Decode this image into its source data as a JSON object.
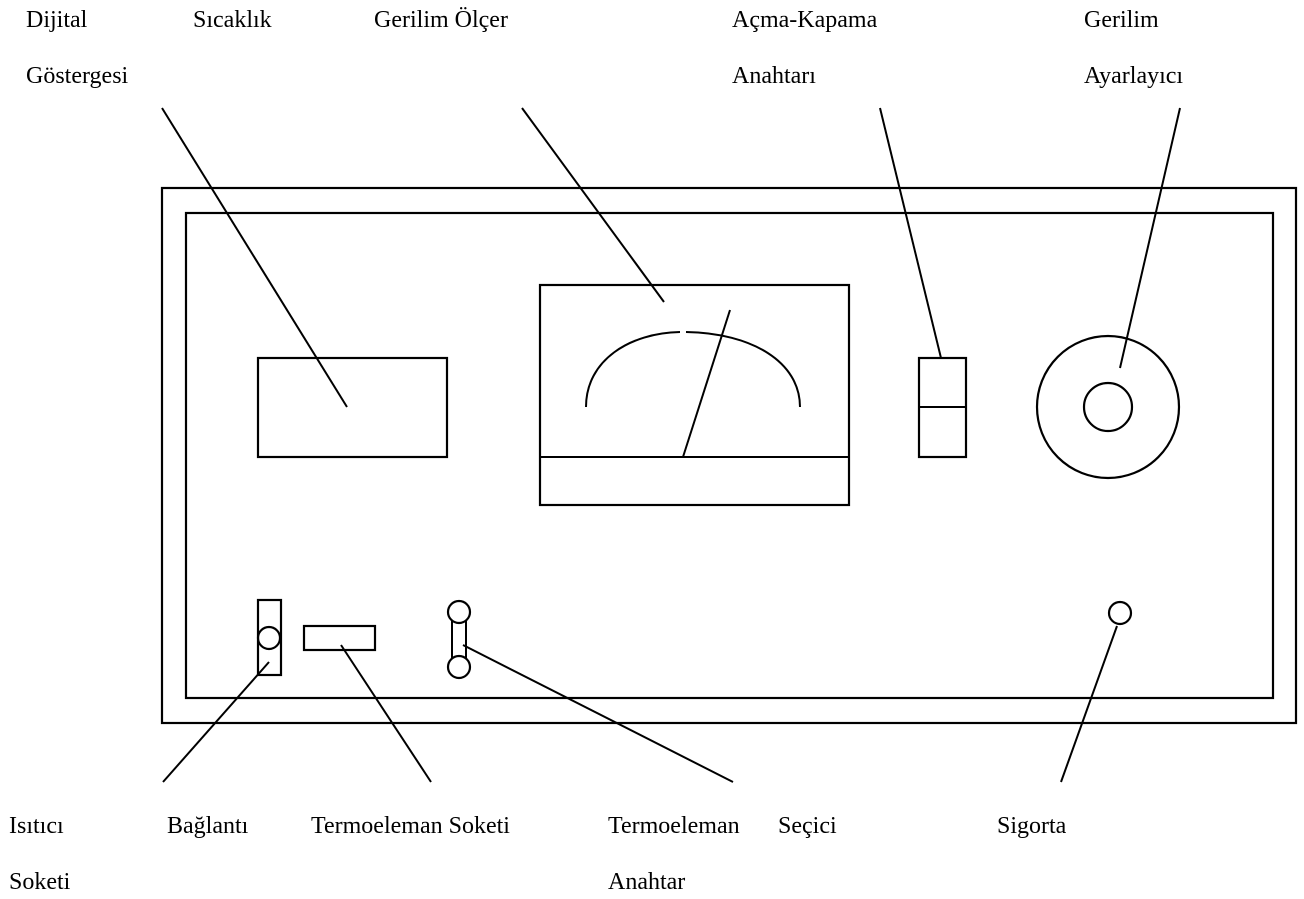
{
  "labels": {
    "digital_1": "Dijital",
    "digital_2": "Sıcaklık",
    "digital_3": "Göstergesi",
    "voltmeter": "Gerilim Ölçer",
    "switch_1": "Açma-Kapama",
    "switch_2": "Anahtarı",
    "regulator_1": "Gerilim",
    "regulator_2": "Ayarlayıcı",
    "heater_1": "Isıtıcı",
    "heater_2": "Bağlantı",
    "heater_3": "Soketi",
    "tc_socket": "Termoeleman Soketi",
    "selector_1": "Termoeleman",
    "selector_2": "Seçici",
    "selector_3": "Anahtar",
    "fuse": "Sigorta"
  }
}
